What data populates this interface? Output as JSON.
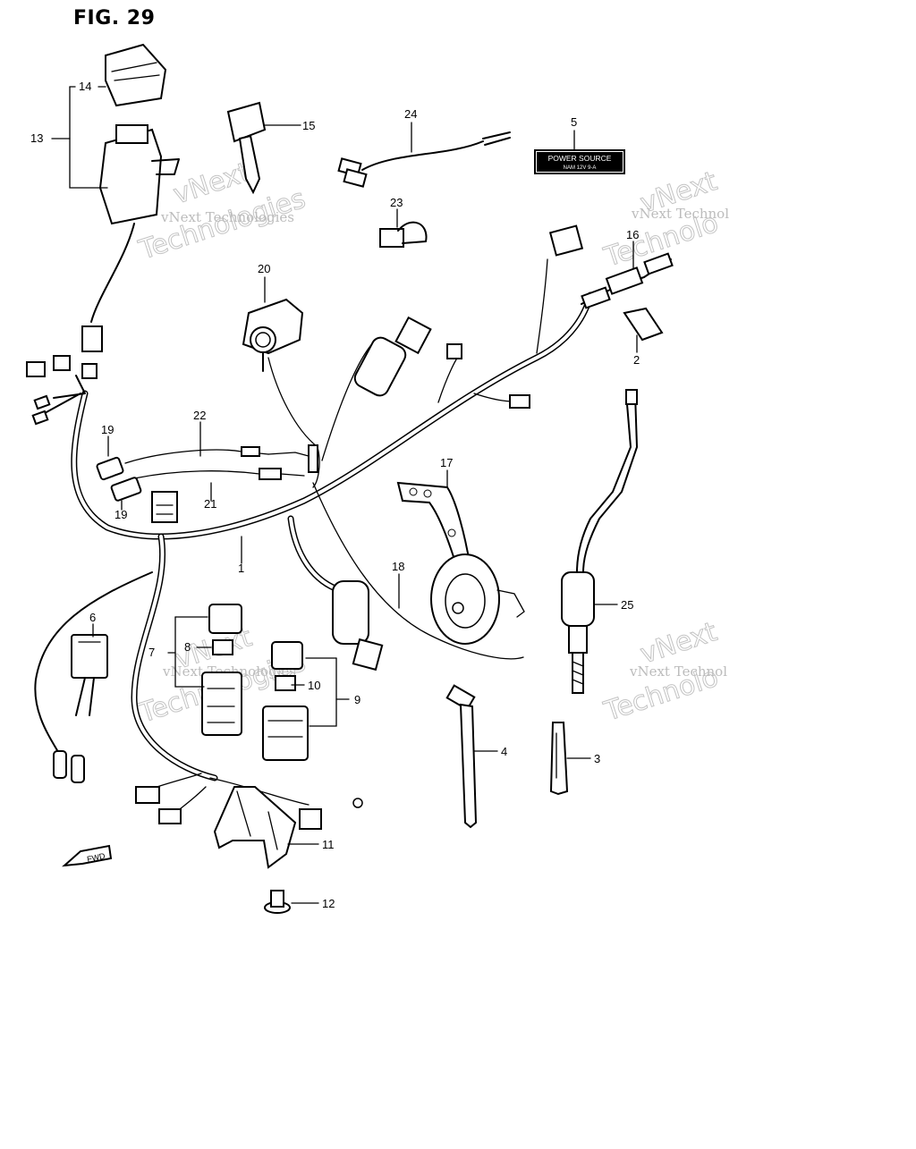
{
  "figure": {
    "title": "FIG. 29"
  },
  "watermark": {
    "company": "vNext Technologies",
    "line1": "vNext",
    "line2": "Technologies",
    "partial_company": "vNext Technol",
    "partial_outline": "Technolo"
  },
  "callouts": {
    "c1": "1",
    "c2": "2",
    "c3": "3",
    "c4": "4",
    "c5": "5",
    "c6": "6",
    "c7": "7",
    "c8": "8",
    "c9": "9",
    "c10": "10",
    "c11": "11",
    "c12": "12",
    "c13": "13",
    "c14": "14",
    "c15": "15",
    "c16": "16",
    "c17": "17",
    "c18": "18",
    "c19a": "19",
    "c19b": "19",
    "c20": "20",
    "c21": "21",
    "c22": "22",
    "c23": "23",
    "c24": "24",
    "c25": "25"
  },
  "label5": {
    "line1": "POWER  SOURCE",
    "line2": "NAM   12V  9-A"
  },
  "fwd": "FWD"
}
